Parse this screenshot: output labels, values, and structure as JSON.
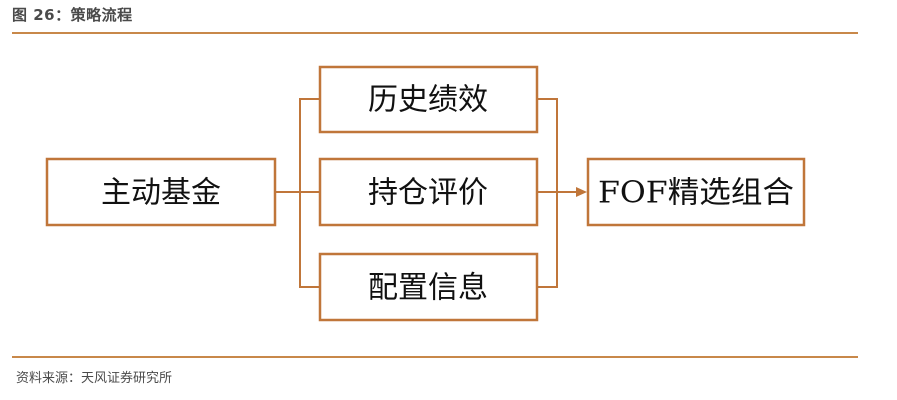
{
  "figure": {
    "title": "图 26：策略流程",
    "source": "资料来源：天风证券研究所"
  },
  "diagram": {
    "nodes": {
      "fund": "主动基金",
      "history": "历史绩效",
      "holding": "持仓评价",
      "allocation": "配置信息",
      "fof": "FOF精选组合"
    }
  },
  "colors": {
    "accent": "#c0763a",
    "rule": "#c8884a",
    "text": "#111111"
  }
}
